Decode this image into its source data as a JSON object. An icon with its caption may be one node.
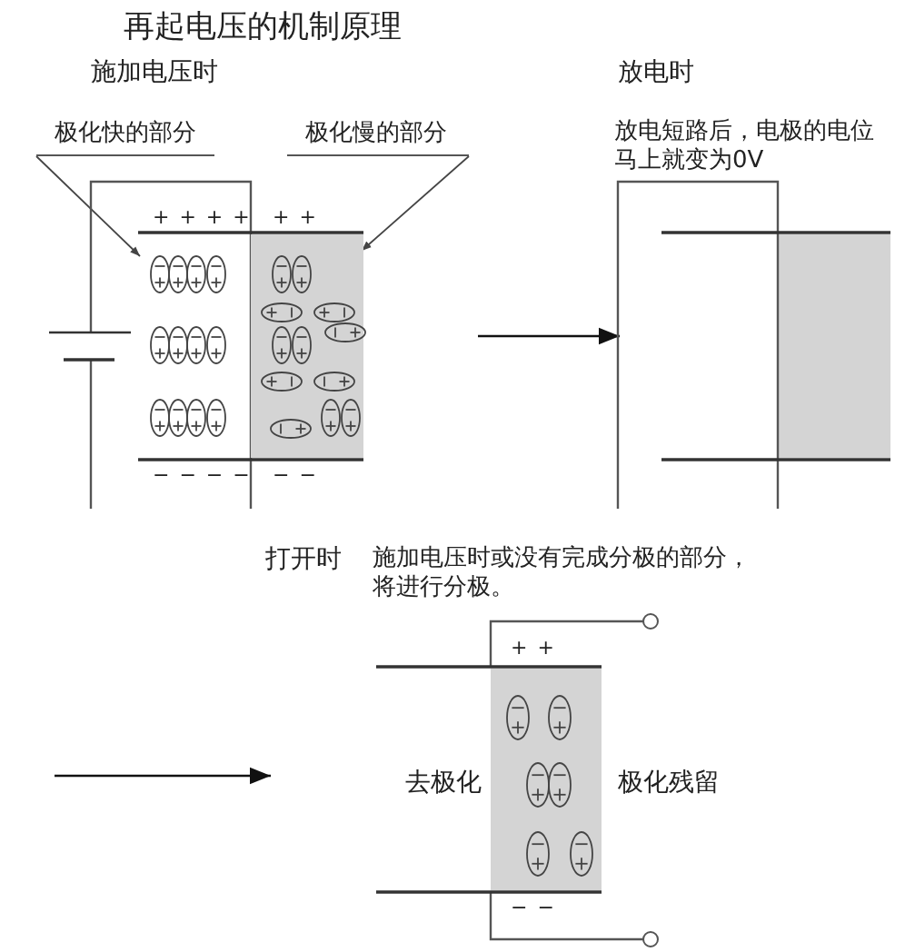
{
  "diagram": {
    "title": "再起电压的机制原理",
    "nodes": [
      {
        "text": [
          "施加电压时"
        ]
      },
      {
        "text": [
          "放电时",
          "放电短路后，电极的电位马上就变为0V"
        ]
      },
      {
        "text": [
          "打开时",
          "施加电压时或没有完成分极的部分，将进行分极。"
        ]
      },
      {
        "text": [
          "极化快的部分"
        ],
        "in": 0
      },
      {
        "text": [
          "极化慢的部分"
        ],
        "in": 0
      },
      {
        "text": [],
        "shape": "box",
        "in": 0
      }
    ],
    "edges": [
      {
        "from": 0,
        "to": 1,
        "arrow": "to"
      },
      {
        "from": null,
        "to": 2,
        "arrow": "to"
      },
      {
        "from": 3,
        "to": null,
        "arrow": "to"
      },
      {
        "from": 4,
        "to": 5,
        "arrow": "to"
      }
    ],
    "labels": [
      "+ + + +",
      "+ +",
      "− − − −",
      "− −",
      "+ +",
      "去极化",
      "极化残留",
      "− −"
    ]
  }
}
